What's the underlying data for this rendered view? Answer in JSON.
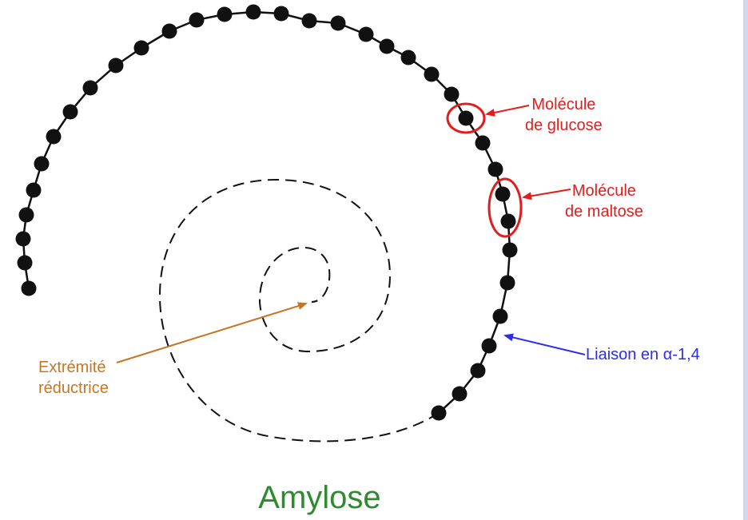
{
  "labels": {
    "glucose": {
      "line1": "Molécule",
      "line2": "de glucose"
    },
    "maltose": {
      "line1": "Molécule",
      "line2": "de maltose"
    },
    "liaison": {
      "text": "Liaison en α-1,4"
    },
    "extremite": {
      "line1": "Extrémité",
      "line2": "réductrice"
    }
  },
  "title": "Amylose",
  "colors": {
    "chain": "#111111",
    "glucose_annotation": "#e31d1d",
    "liaison_annotation": "#2d2df0",
    "extremite_annotation": "#c87523",
    "title": "#2e8b2e"
  }
}
